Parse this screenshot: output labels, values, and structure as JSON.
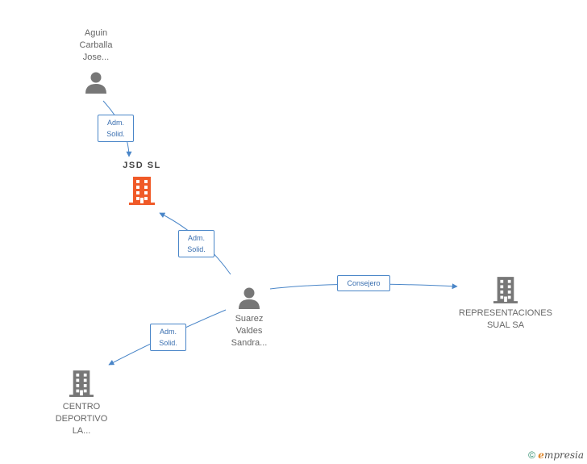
{
  "nodes": {
    "aguin": {
      "label": "Aguin\nCarballa\nJose..."
    },
    "jsd": {
      "label": "JSD  SL"
    },
    "suarez": {
      "label": "Suarez\nValdes\nSandra..."
    },
    "representaciones": {
      "label": "REPRESENTACIONES\nSUAL SA"
    },
    "centro": {
      "label": "CENTRO\nDEPORTIVO\nLA..."
    }
  },
  "edges": {
    "aguin_jsd": {
      "label": "Adm.\nSolid."
    },
    "suarez_jsd": {
      "label": "Adm.\nSolid."
    },
    "suarez_rep": {
      "label": "Consejero"
    },
    "suarez_centro": {
      "label": "Adm.\nSolid."
    }
  },
  "footer": {
    "copyright": "©",
    "brand_first": "e",
    "brand_rest": "mpresia"
  },
  "colors": {
    "edge": "#4a86c8",
    "person": "#777777",
    "company": "#777777",
    "company_main": "#f05a28"
  }
}
